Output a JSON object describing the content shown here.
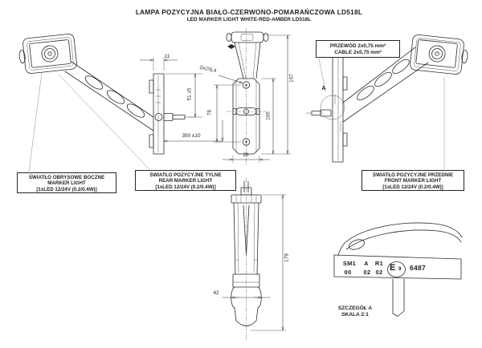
{
  "title": {
    "pl": "LAMPA POZYCYJNA BIAŁO-CZERWONO-POMARAŃCZOWA LD518L",
    "en": "LED MARKER LIGHT WHITE-RED-AMBER LD518L"
  },
  "callouts": {
    "cable": {
      "pl": "PRZEWÓD 2x0,75 mm²",
      "en": "CABLE 2x0,75 mm²"
    },
    "side_marker": {
      "pl": "ŚWIATŁO OBRYSOWE BOCZNE",
      "en": "MARKER LIGHT",
      "spec": "[1xLED 12/24V (0.2/0.4W)]"
    },
    "rear_marker": {
      "pl": "ŚWIATŁO POZYCYJNE TYLNE",
      "en": "REAR MARKER LIGHT",
      "spec": "[1xLED 12/24V (0.2/0.4W)]"
    },
    "front_marker": {
      "pl": "ŚWIATŁO POZYCYJNE PRZEDNIE",
      "en": "FRONT MARKER LIGHT",
      "spec": "[1xLED 12/24V (0.2/0.4W)]"
    }
  },
  "dimensions": {
    "bracket_width": "11",
    "mount_height": "51 ±5",
    "cable_length": "350 ±10",
    "mount_holes": "2x∅5,4",
    "hole_spacing": "78",
    "plate_height": "106",
    "overall_height": "167",
    "plate_width": "26",
    "lamp_height": "179",
    "lamp_diameter": "42"
  },
  "detail": {
    "marker": "A",
    "title": "SZCZEGÓŁ A",
    "scale": "SKALA 2:1",
    "marking": {
      "r1c1": "SM1",
      "r1c2": "A",
      "r1c3": "R1",
      "r2c1": "00",
      "r2c2": "02",
      "r2c3": "02"
    },
    "approval": {
      "mark": "E",
      "country": "9",
      "number": "6487"
    }
  },
  "colors": {
    "line": "#2b2b2b",
    "background": "#ffffff"
  }
}
